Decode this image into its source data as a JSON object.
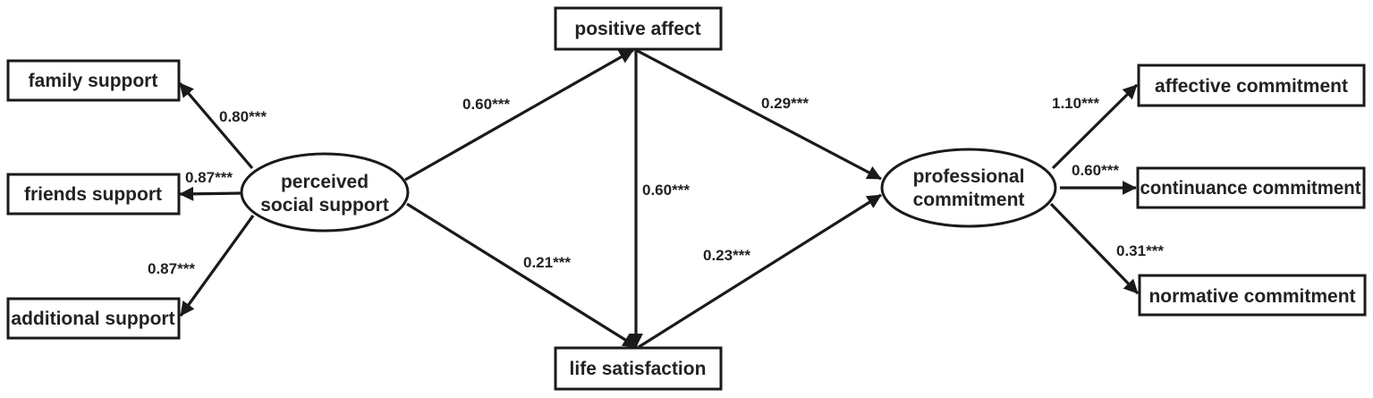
{
  "nodes": {
    "family_support": "family support",
    "friends_support": "friends support",
    "additional_support": "additional support",
    "perceived_social_support_line1": "perceived",
    "perceived_social_support_line2": "social support",
    "positive_affect": "positive affect",
    "life_satisfaction": "life satisfaction",
    "professional_commitment_line1": "professional",
    "professional_commitment_line2": "commitment",
    "affective_commitment": "affective commitment",
    "continuance_commitment": "continuance commitment",
    "normative_commitment": "normative commitment"
  },
  "paths": {
    "pss_to_family": "0.80***",
    "pss_to_friends": "0.87***",
    "pss_to_additional": "0.87***",
    "pss_to_positive_affect": "0.60***",
    "pss_to_life_satisfaction": "0.21***",
    "positive_affect_to_life_satisfaction": "0.60***",
    "positive_affect_to_pc": "0.29***",
    "life_satisfaction_to_pc": "0.23***",
    "pc_to_affective": "1.10***",
    "pc_to_continuance": "0.60***",
    "pc_to_normative": "0.31***"
  }
}
